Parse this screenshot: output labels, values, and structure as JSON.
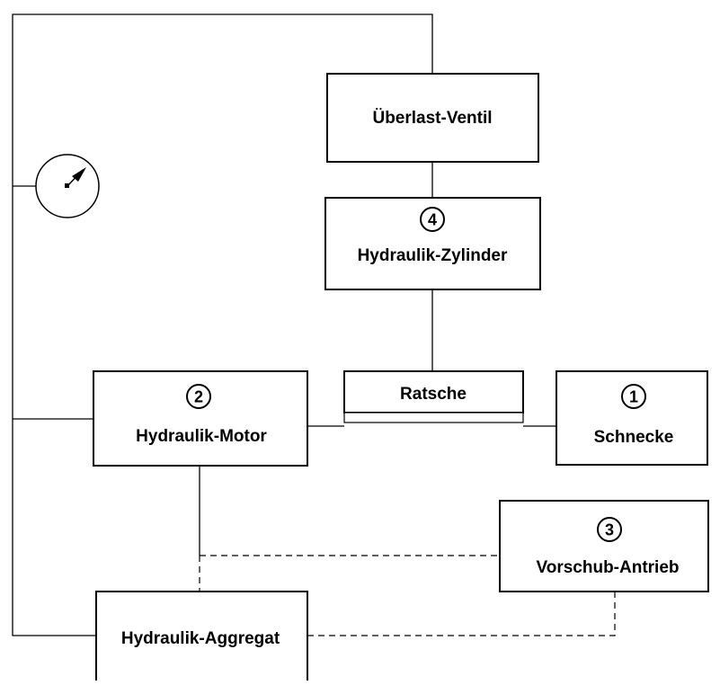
{
  "diagram": {
    "components": {
      "ueberlast_ventil": {
        "label": "Überlast-Ventil"
      },
      "zylinder": {
        "number": "4",
        "label": "Hydraulik-Zylinder"
      },
      "ratsche": {
        "label": "Ratsche"
      },
      "motor": {
        "number": "2",
        "label": "Hydraulik-Motor"
      },
      "schnecke": {
        "number": "1",
        "label": "Schnecke"
      },
      "vorschub": {
        "number": "3",
        "label": "Vorschub-Antrieb"
      },
      "aggregat": {
        "label": "Hydraulik-Aggregat"
      }
    },
    "gauge": {
      "icon": "pressure-gauge-icon"
    },
    "line_styles": {
      "hydraulic": "solid",
      "control": "dashed"
    },
    "colors": {
      "stroke": "#000000",
      "background": "#ffffff"
    }
  }
}
